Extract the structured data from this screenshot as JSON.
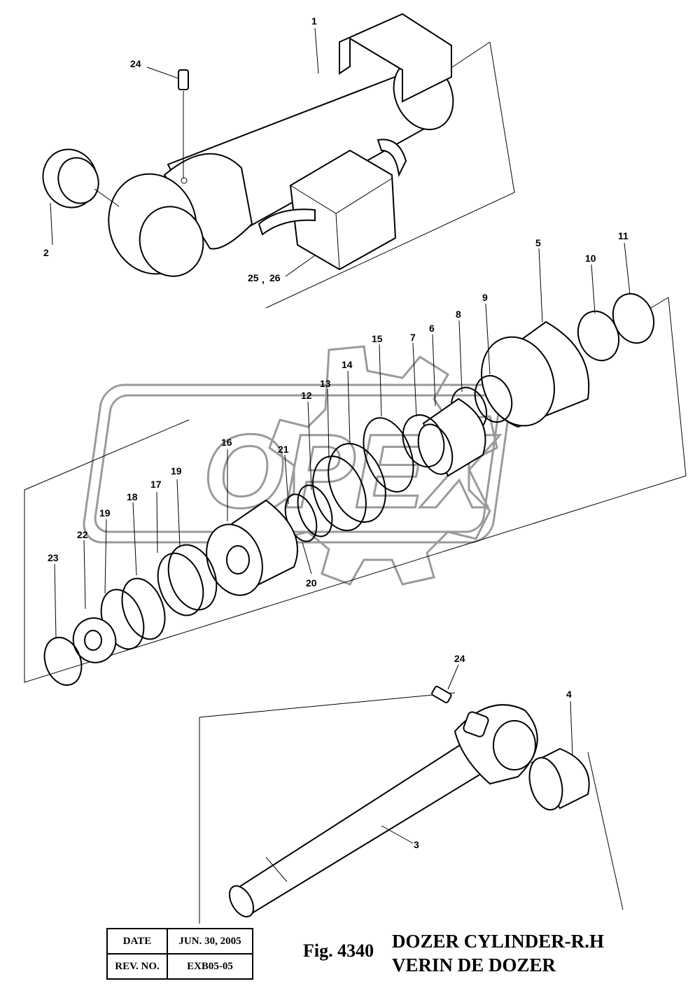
{
  "callouts": [
    {
      "id": "c1",
      "text": "1"
    },
    {
      "id": "c24a",
      "text": "24"
    },
    {
      "id": "c2",
      "text": "2"
    },
    {
      "id": "c25",
      "text": "25"
    },
    {
      "id": "c25sep",
      "text": ","
    },
    {
      "id": "c26",
      "text": "26"
    },
    {
      "id": "c5",
      "text": "5"
    },
    {
      "id": "c10",
      "text": "10"
    },
    {
      "id": "c11",
      "text": "11"
    },
    {
      "id": "c9",
      "text": "9"
    },
    {
      "id": "c8",
      "text": "8"
    },
    {
      "id": "c6",
      "text": "6"
    },
    {
      "id": "c7",
      "text": "7"
    },
    {
      "id": "c15",
      "text": "15"
    },
    {
      "id": "c14",
      "text": "14"
    },
    {
      "id": "c13",
      "text": "13"
    },
    {
      "id": "c12",
      "text": "12"
    },
    {
      "id": "c21",
      "text": "21"
    },
    {
      "id": "c16",
      "text": "16"
    },
    {
      "id": "c19a",
      "text": "19"
    },
    {
      "id": "c17",
      "text": "17"
    },
    {
      "id": "c18",
      "text": "18"
    },
    {
      "id": "c19b",
      "text": "19"
    },
    {
      "id": "c22",
      "text": "22"
    },
    {
      "id": "c23",
      "text": "23"
    },
    {
      "id": "c20",
      "text": "20"
    },
    {
      "id": "c24b",
      "text": "24"
    },
    {
      "id": "c4",
      "text": "4"
    },
    {
      "id": "c3",
      "text": "3"
    }
  ],
  "watermark": {
    "text": "OPEX"
  },
  "info": {
    "date_label": "DATE",
    "date_value": "JUN. 30, 2005",
    "rev_label": "REV. NO.",
    "rev_value": "EXB05-05"
  },
  "figure": {
    "number": "Fig. 4340",
    "title_en": "DOZER CYLINDER-R.H",
    "title_fr": "VERIN DE DOZER"
  }
}
